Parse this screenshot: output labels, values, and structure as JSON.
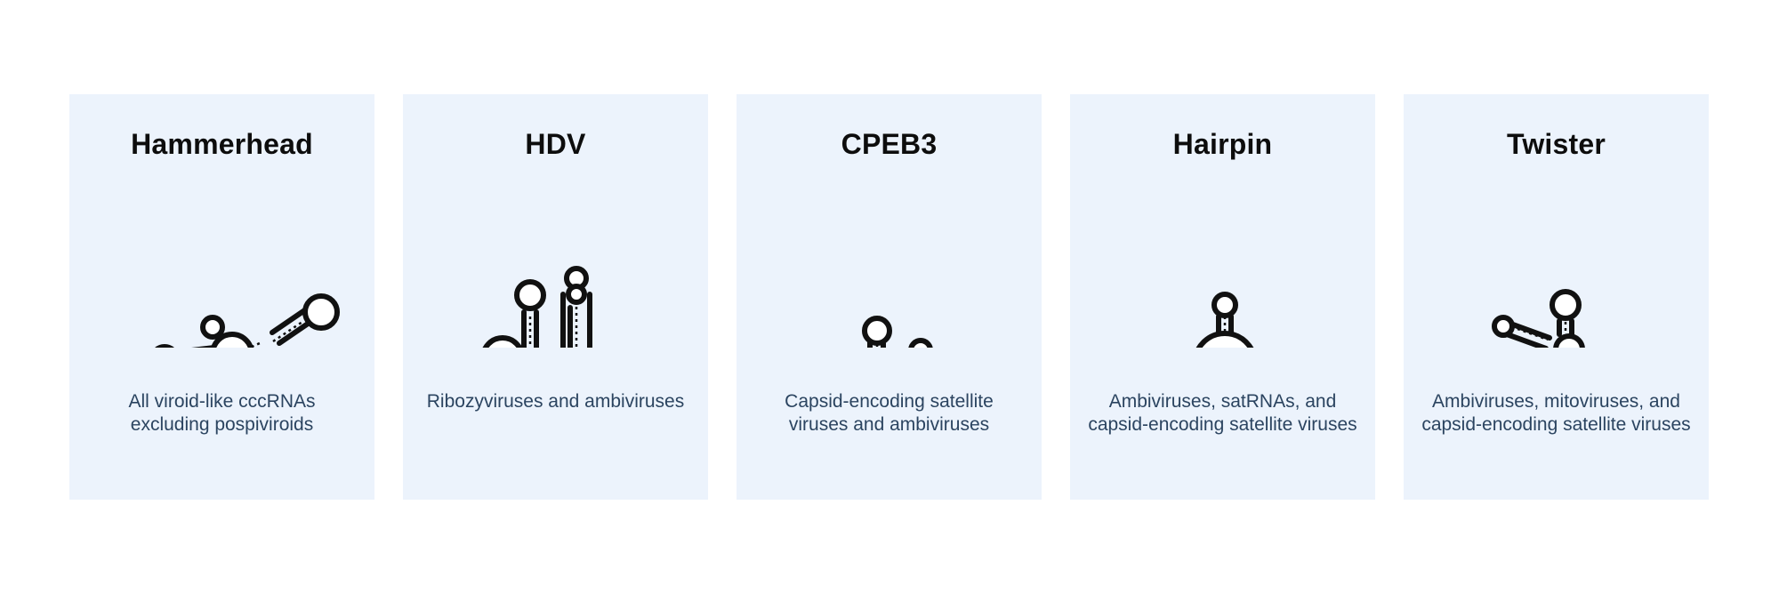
{
  "cards": [
    {
      "title": "Hammerhead",
      "icon": "hammerhead-ribozyme-icon",
      "description": "All viroid-like cccRNAs excluding pospiviroids"
    },
    {
      "title": "HDV",
      "icon": "hdv-ribozyme-icon",
      "description": "Ribozyviruses and ambiviruses"
    },
    {
      "title": "CPEB3",
      "icon": "cpeb3-ribozyme-icon",
      "description": "Capsid-encoding satellite viruses and ambiviruses"
    },
    {
      "title": "Hairpin",
      "icon": "hairpin-ribozyme-icon",
      "description": "Ambiviruses, satRNAs, and capsid-encoding satellite viruses"
    },
    {
      "title": "Twister",
      "icon": "twister-ribozyme-icon",
      "description": "Ambiviruses, mitoviruses, and capsid-encoding satellite viruses"
    }
  ],
  "colors": {
    "card_background": "#ecf3fc",
    "title": "#0d0d0d",
    "description": "#2b4460",
    "icon_stroke": "#111111"
  }
}
